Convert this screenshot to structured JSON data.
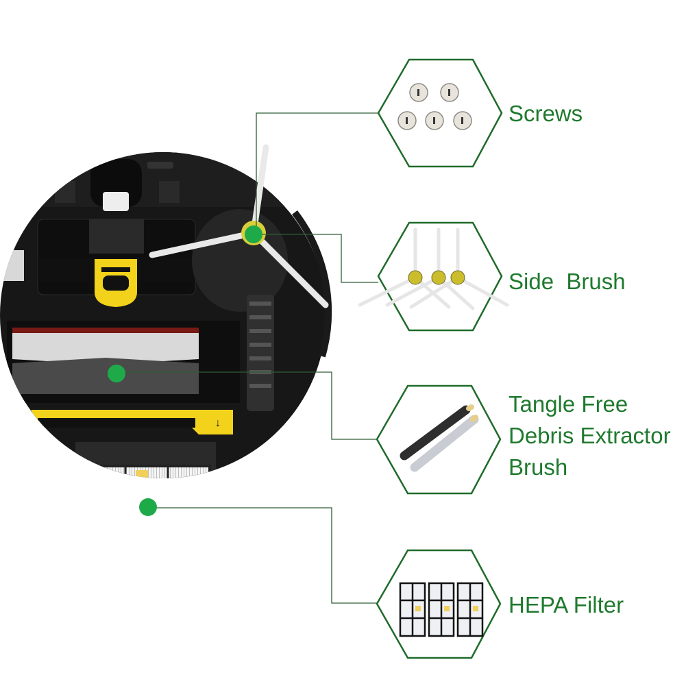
{
  "colors": {
    "accent_green": "#1f7a2e",
    "line_green": "#2d5e35",
    "dot_green": "#1faa4a",
    "robot_body": "#151515",
    "yellow": "#f2d21b",
    "red_bin": "#a3161a"
  },
  "parts": [
    {
      "id": "screws",
      "label": "Screws",
      "icon": "screws-icon"
    },
    {
      "id": "side-brush",
      "label": "Side  Brush",
      "icon": "side-brush-icon"
    },
    {
      "id": "extractor",
      "label_lines": [
        "Tangle Free",
        "Debris Extractor",
        "Brush"
      ],
      "icon": "extractor-brush-icon"
    },
    {
      "id": "hepa",
      "label": "HEPA Filter",
      "icon": "hepa-filter-icon"
    }
  ]
}
